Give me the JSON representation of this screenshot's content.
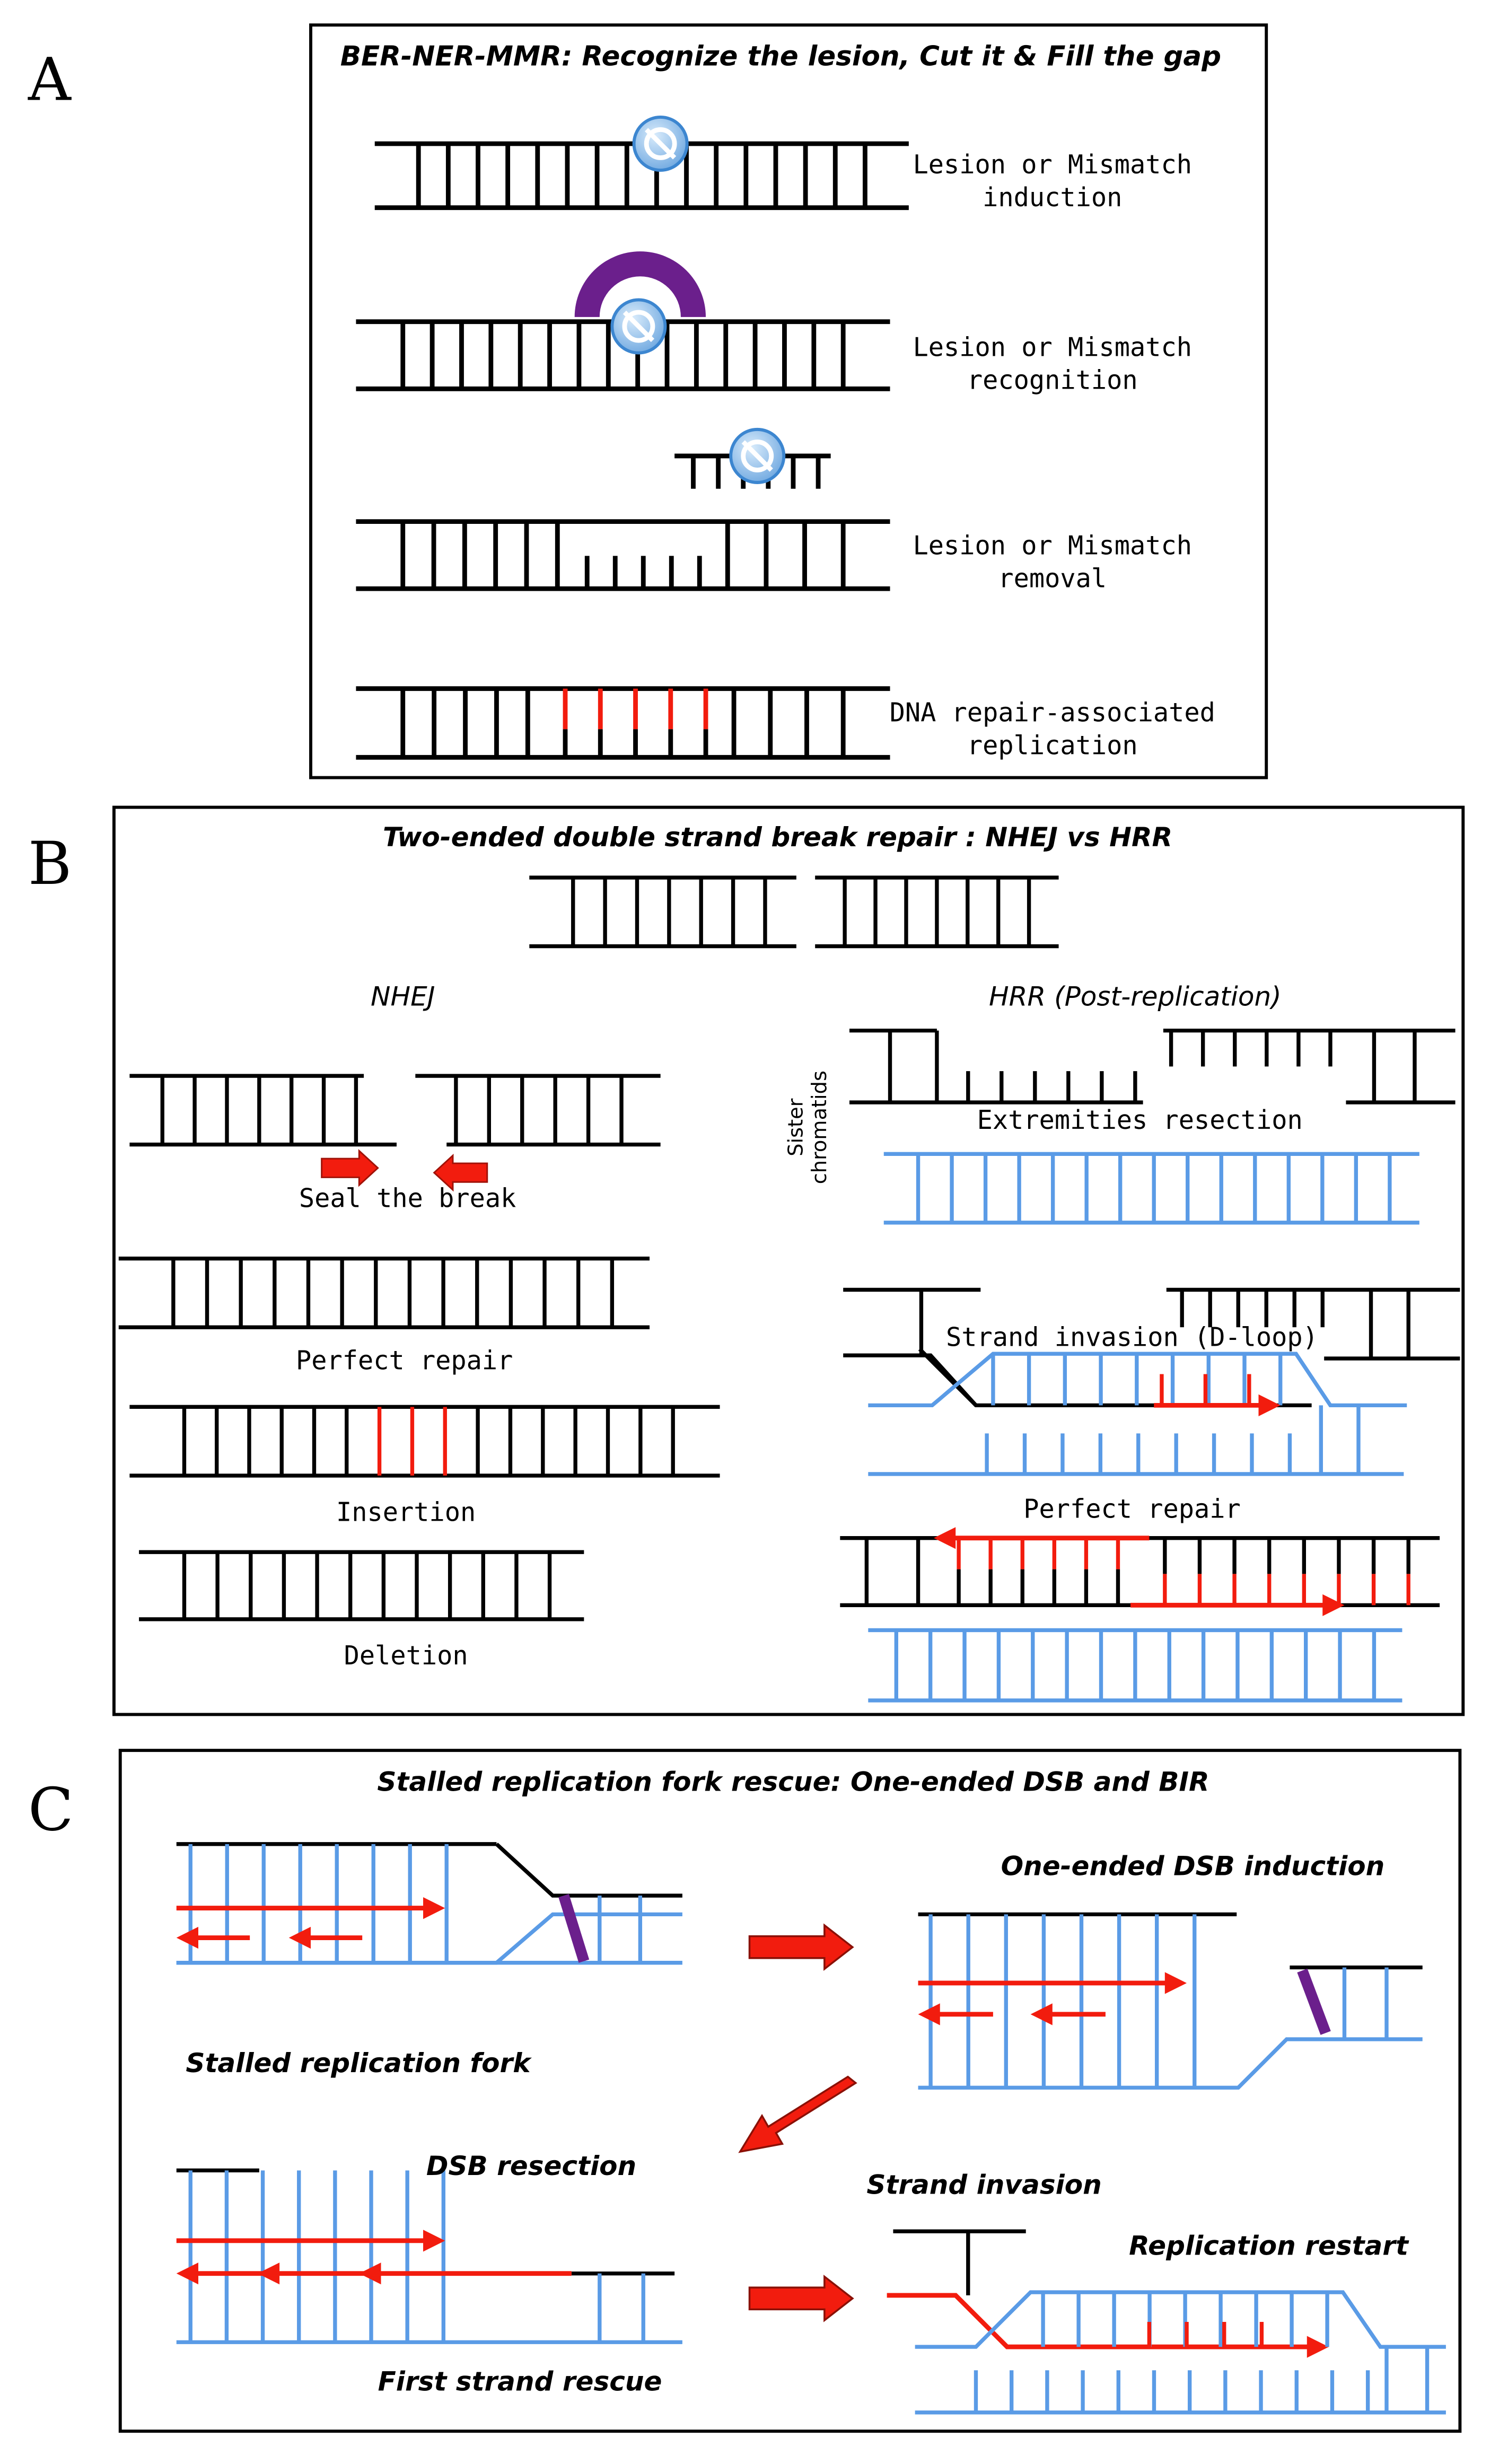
{
  "colors": {
    "strand": "#000000",
    "sister": "#5a9be6",
    "new_strand": "#f21c0e",
    "protein": "#6b1f8c",
    "lesion": "#9cc6ee",
    "lesion_ring": "#3c86d0"
  },
  "panel_a": {
    "letter": "A",
    "title": "BER-NER-MMR: Recognize the lesion, Cut it & Fill the gap",
    "step1": [
      "Lesion or Mismatch",
      "induction"
    ],
    "step2": [
      "Lesion or Mismatch",
      "recognition"
    ],
    "step3": [
      "Lesion or Mismatch",
      "removal"
    ],
    "step4": [
      "DNA repair-associated",
      "replication"
    ]
  },
  "panel_b": {
    "letter": "B",
    "title": "Two-ended double strand break repair : NHEJ vs HRR",
    "nhej_header": "NHEJ",
    "hrr_header": "HRR (Post-replication)",
    "sister_label": [
      "Sister",
      "chromatids"
    ],
    "seal": "Seal the break",
    "perfect_repair_nhej": "Perfect repair",
    "insertion": "Insertion",
    "deletion": "Deletion",
    "resection": "Extremities resection",
    "invasion": "Strand invasion (D-loop)",
    "perfect_repair_hrr": "Perfect repair"
  },
  "panel_c": {
    "letter": "C",
    "title": "Stalled replication fork rescue: One-ended DSB and BIR",
    "stalled": "Stalled replication fork",
    "one_ended": "One-ended DSB induction",
    "resection": "DSB resection",
    "invasion": "Strand invasion",
    "restart": "Replication restart",
    "first_strand": "First strand rescue"
  }
}
